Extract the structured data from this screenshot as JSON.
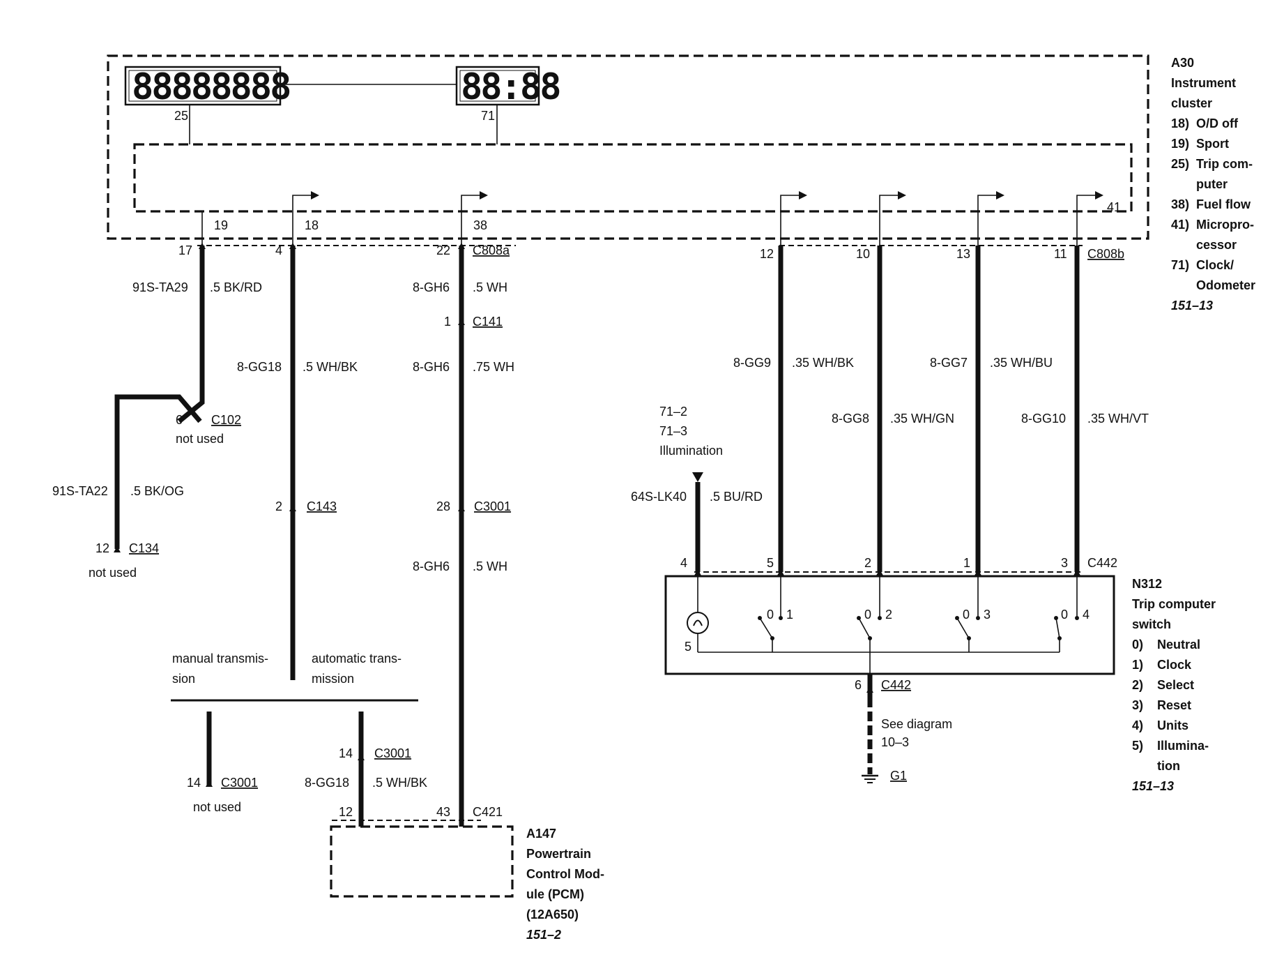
{
  "components": {
    "a30": {
      "id": "A30",
      "name_lines": [
        "Instrument",
        "cluster"
      ],
      "pins": [
        {
          "num": "18)",
          "desc": "O/D off"
        },
        {
          "num": "19)",
          "desc": "Sport"
        },
        {
          "num": "25)",
          "desc": "Trip com-",
          "desc2": "puter"
        },
        {
          "num": "38)",
          "desc": "Fuel flow"
        },
        {
          "num": "41)",
          "desc": "Micropro-",
          "desc2": "cessor"
        },
        {
          "num": "71)",
          "desc": "Clock/",
          "desc2": "Odometer"
        }
      ],
      "ref": "151–13",
      "display_trip": "88888888",
      "display_clock": "88:88",
      "pin_25": "25",
      "pin_71": "71",
      "pin_19": "19",
      "pin_18": "18",
      "pin_38": "38",
      "pin_41": "41"
    },
    "n312": {
      "id": "N312",
      "name_lines": [
        "Trip computer",
        "switch"
      ],
      "positions": [
        {
          "num": "0)",
          "desc": "Neutral"
        },
        {
          "num": "1)",
          "desc": "Clock"
        },
        {
          "num": "2)",
          "desc": "Select"
        },
        {
          "num": "3)",
          "desc": "Reset"
        },
        {
          "num": "4)",
          "desc": "Units"
        },
        {
          "num": "5)",
          "desc": "Illumina-",
          "desc2": "tion"
        }
      ],
      "ref": "151–13",
      "pin_5": "5",
      "switch_labels": [
        {
          "zero": "0",
          "num": "1"
        },
        {
          "zero": "0",
          "num": "2"
        },
        {
          "zero": "0",
          "num": "3"
        },
        {
          "zero": "0",
          "num": "4"
        }
      ]
    },
    "a147": {
      "id": "A147",
      "name_lines": [
        "Powertrain",
        "Control Mod-",
        "ule (PCM)",
        "(12A650)"
      ],
      "ref": "151–2"
    }
  },
  "connectors": {
    "c808a": "C808a",
    "c808b": "C808b",
    "c141": "C141",
    "c102": "C102",
    "c134": "C134",
    "c143": "C143",
    "c3001": "C3001",
    "c442": "C442",
    "c421": "C421",
    "g1": "G1"
  },
  "pins": {
    "p17": "17",
    "p4": "4",
    "p22": "22",
    "p1": "1",
    "p6": "6",
    "p12": "12",
    "p2": "2",
    "p28": "28",
    "p14": "14",
    "p43": "43",
    "p12b": "12",
    "p10": "10",
    "p13": "13",
    "p11": "11",
    "p4b": "4",
    "p5": "5",
    "p2b": "2",
    "p1b": "1",
    "p3": "3",
    "p6b": "6",
    "p14b": "14",
    "p12c": "12"
  },
  "wires": {
    "w1_code": "91S-TA29",
    "w1_spec": ".5 BK/RD",
    "w2_code": "91S-TA22",
    "w2_spec": ".5 BK/OG",
    "w3_code": "8-GG18",
    "w3_spec": ".5 WH/BK",
    "w4_code": "8-GH6",
    "w4_spec": ".5 WH",
    "w5_code": "8-GH6",
    "w5_spec": ".75 WH",
    "w6_code": "8-GH6",
    "w6_spec": ".5 WH",
    "w7_code": "8-GG9",
    "w7_spec": ".35 WH/BK",
    "w8_code": "8-GG8",
    "w8_spec": ".35 WH/GN",
    "w9_code": "8-GG7",
    "w9_spec": ".35 WH/BU",
    "w10_code": "8-GG10",
    "w10_spec": ".35 WH/VT",
    "w11_code": "64S-LK40",
    "w11_spec": ".5 BU/RD",
    "w12_code": "8-GG18",
    "w12_spec": ".5 WH/BK"
  },
  "notes": {
    "not_used_1": "not used",
    "not_used_2": "not used",
    "not_used_3": "not used",
    "manual_1": "manual transmis-",
    "manual_2": "sion",
    "auto_1": "automatic trans-",
    "auto_2": "mission",
    "illum_1": "71–2",
    "illum_2": "71–3",
    "illum_3": "Illumination",
    "see_1": "See diagram",
    "see_2": "10–3"
  }
}
